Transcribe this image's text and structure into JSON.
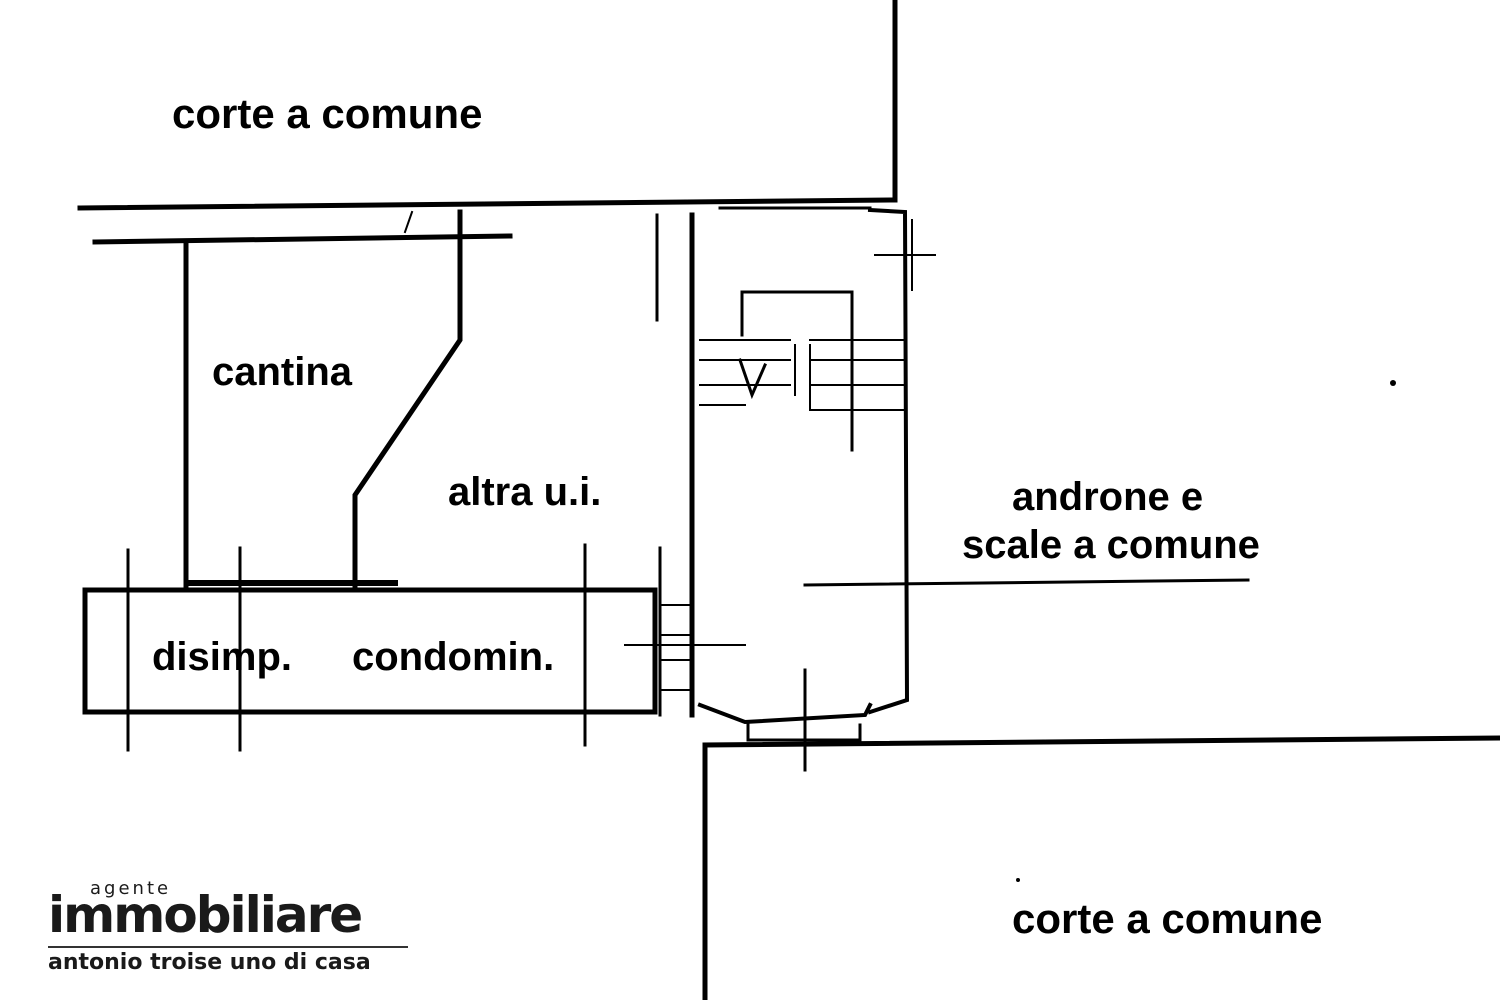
{
  "labels": {
    "corte_top": "corte a comune",
    "cantina": "cantina",
    "altra_ui": "altra u.i.",
    "androne_line1": "androne e",
    "androne_line2": "scale a comune",
    "disimp": "disimp.",
    "condomin": "condomin.",
    "corte_bottom": "corte a comune"
  },
  "logo": {
    "agente": "agente",
    "immobiliare": "immobiliare",
    "tagline": "antonio troise uno di casa"
  }
}
